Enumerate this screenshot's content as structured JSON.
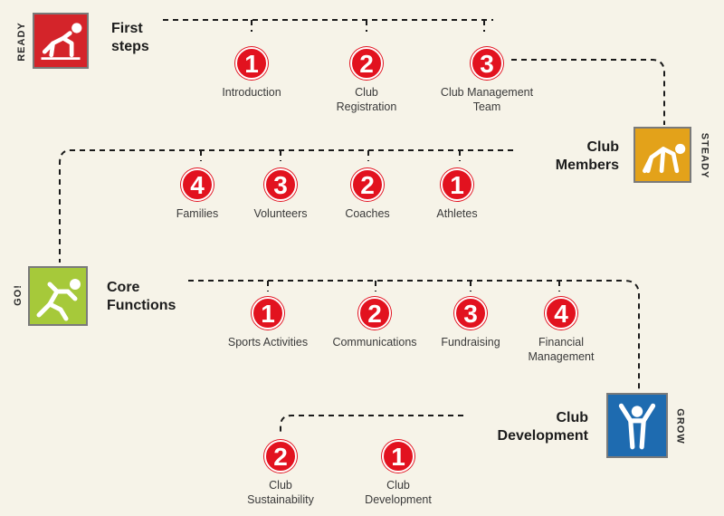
{
  "stages": [
    {
      "id": "ready",
      "word": "READY",
      "title": "First\nsteps",
      "color": "#d4242a",
      "steps": [
        {
          "number": "1",
          "label": "Introduction"
        },
        {
          "number": "2",
          "label": "Club\nRegistration"
        },
        {
          "number": "3",
          "label": "Club Management\nTeam"
        }
      ]
    },
    {
      "id": "steady",
      "word": "STEADY",
      "title": "Club\nMembers",
      "color": "#e3a21a",
      "steps": [
        {
          "number": "4",
          "label": "Families"
        },
        {
          "number": "3",
          "label": "Volunteers"
        },
        {
          "number": "2",
          "label": "Coaches"
        },
        {
          "number": "1",
          "label": "Athletes"
        }
      ]
    },
    {
      "id": "go",
      "word": "GO!",
      "title": "Core\nFunctions",
      "color": "#a6c93a",
      "steps": [
        {
          "number": "1",
          "label": "Sports Activities"
        },
        {
          "number": "2",
          "label": "Communications"
        },
        {
          "number": "3",
          "label": "Fundraising"
        },
        {
          "number": "4",
          "label": "Financial\nManagement"
        }
      ]
    },
    {
      "id": "grow",
      "word": "GROW",
      "title": "Club\nDevelopment",
      "color": "#1e6bb0",
      "steps": [
        {
          "number": "2",
          "label": "Club\nSustainability"
        },
        {
          "number": "1",
          "label": "Club\nDevelopment"
        }
      ]
    }
  ],
  "icons": {
    "ready": "crouching-start-figure-icon",
    "steady": "set-position-figure-icon",
    "go": "sprinting-figure-icon",
    "grow": "arms-raised-figure-icon"
  }
}
